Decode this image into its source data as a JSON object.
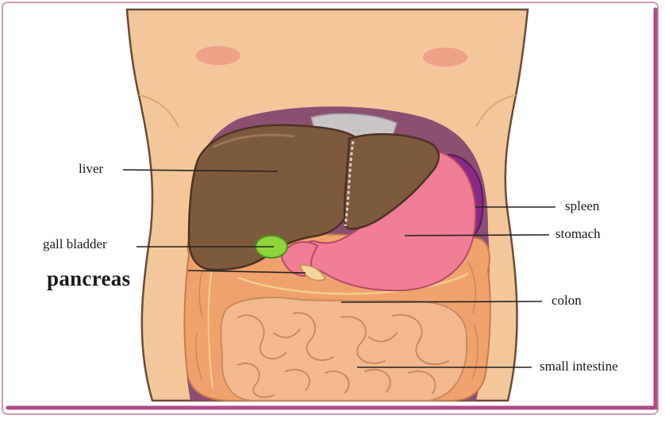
{
  "labels": {
    "liver": "liver",
    "gall_bladder": "gall bladder",
    "pancreas": "pancreas",
    "spleen": "spleen",
    "stomach": "stomach",
    "colon": "colon",
    "small_intestine": "small intestine"
  },
  "colors": {
    "skin": "#f3c79a",
    "liver": "#7d5a3c",
    "stomach": "#f07c95",
    "spleen": "#8a2a88",
    "gallbladder": "#8ed43a",
    "colon": "#f0a26d",
    "intestine": "#f2b98e",
    "frame": "#c9669c"
  }
}
